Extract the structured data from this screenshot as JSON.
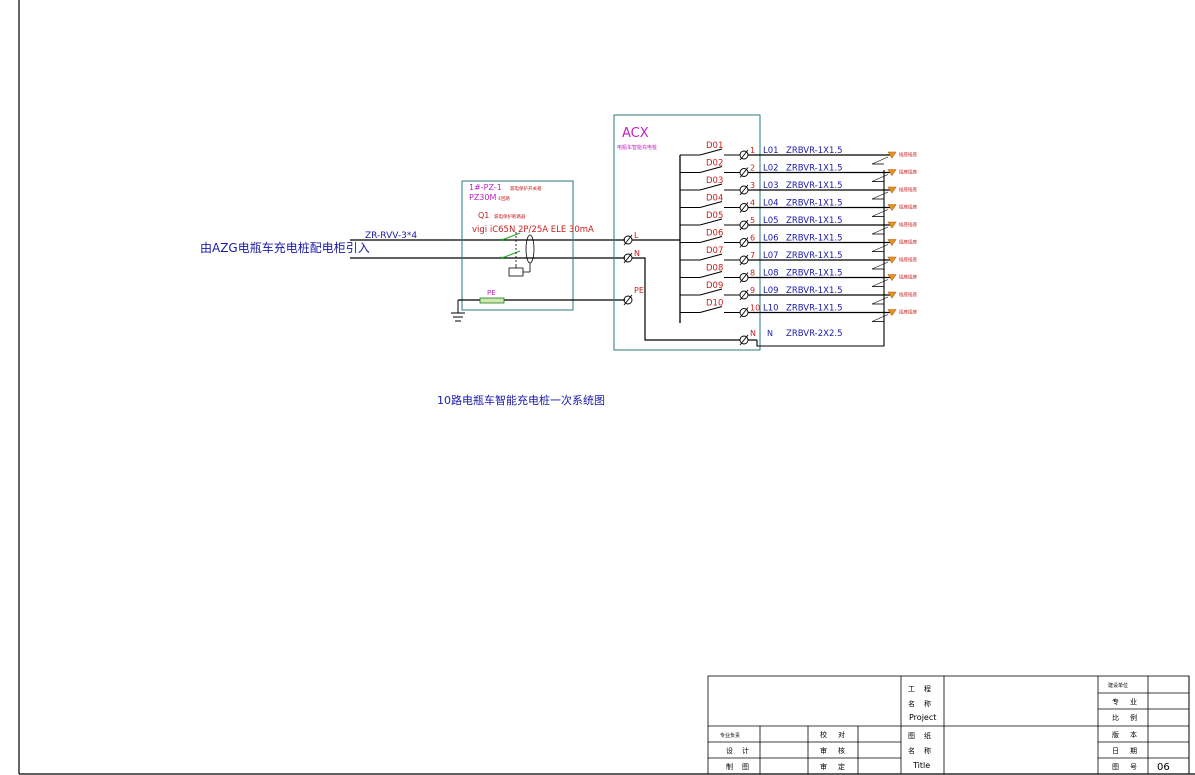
{
  "source_label": "由AZG电瓶车充电桩配电柜引入",
  "incoming_cable": "ZR-RVV-3*4",
  "breaker_box": {
    "name": "1#-PZ-1",
    "name_note": "漏电保护开关箱",
    "model": "PZ30M",
    "model_note": "4回路",
    "breaker_id": "Q1",
    "breaker_note": "漏电保护断路器",
    "breaker_spec": "vigi iC65N 2P/25A ELE 30mA",
    "pe_label": "PE"
  },
  "acx_box": {
    "name": "ACX",
    "subtitle": "电瓶车智能充电桩",
    "terminal_L": "L",
    "terminal_N": "N",
    "terminal_PE": "PE"
  },
  "circuits": [
    {
      "switch": "D01",
      "no": "1",
      "line": "L01",
      "cable": "ZRBVR-1X1.5"
    },
    {
      "switch": "D02",
      "no": "2",
      "line": "L02",
      "cable": "ZRBVR-1X1.5"
    },
    {
      "switch": "D03",
      "no": "3",
      "line": "L03",
      "cable": "ZRBVR-1X1.5"
    },
    {
      "switch": "D04",
      "no": "4",
      "line": "L04",
      "cable": "ZRBVR-1X1.5"
    },
    {
      "switch": "D05",
      "no": "5",
      "line": "L05",
      "cable": "ZRBVR-1X1.5"
    },
    {
      "switch": "D06",
      "no": "6",
      "line": "L06",
      "cable": "ZRBVR-1X1.5"
    },
    {
      "switch": "D07",
      "no": "7",
      "line": "L07",
      "cable": "ZRBVR-1X1.5"
    },
    {
      "switch": "D08",
      "no": "8",
      "line": "L08",
      "cable": "ZRBVR-1X1.5"
    },
    {
      "switch": "D09",
      "no": "9",
      "line": "L09",
      "cable": "ZRBVR-1X1.5"
    },
    {
      "switch": "D10",
      "no": "10",
      "line": "L10",
      "cable": "ZRBVR-1X1.5"
    }
  ],
  "neutral": {
    "no": "N",
    "line": "N",
    "cable": "ZRBVR-2X2.5"
  },
  "outlet_label": "插座插座",
  "diagram_title": "10路电瓶车智能充电桩一次系统图",
  "title_block": {
    "project_cn1": "工",
    "project_cn2": "程",
    "project_cn3": "名",
    "project_cn4": "称",
    "project_en": "Project",
    "title_cn1": "图",
    "title_cn2": "纸",
    "title_cn3": "名",
    "title_cn4": "称",
    "title_en": "Title",
    "left_row1": "专业负责",
    "left_row2": "设",
    "left_row2b": "计",
    "left_row3": "制",
    "left_row3b": "图",
    "mid_row1": "校",
    "mid_row1b": "对",
    "mid_row2": "审",
    "mid_row2b": "核",
    "mid_row3": "审",
    "mid_row3b": "定",
    "right_r1": "建设单位",
    "right_r2a": "专",
    "right_r2b": "业",
    "right_r3a": "比",
    "right_r3b": "例",
    "right_r4a": "版",
    "right_r4b": "本",
    "right_r5a": "日",
    "right_r5b": "期",
    "right_r6a": "图",
    "right_r6b": "号",
    "sheet_no": "06"
  }
}
